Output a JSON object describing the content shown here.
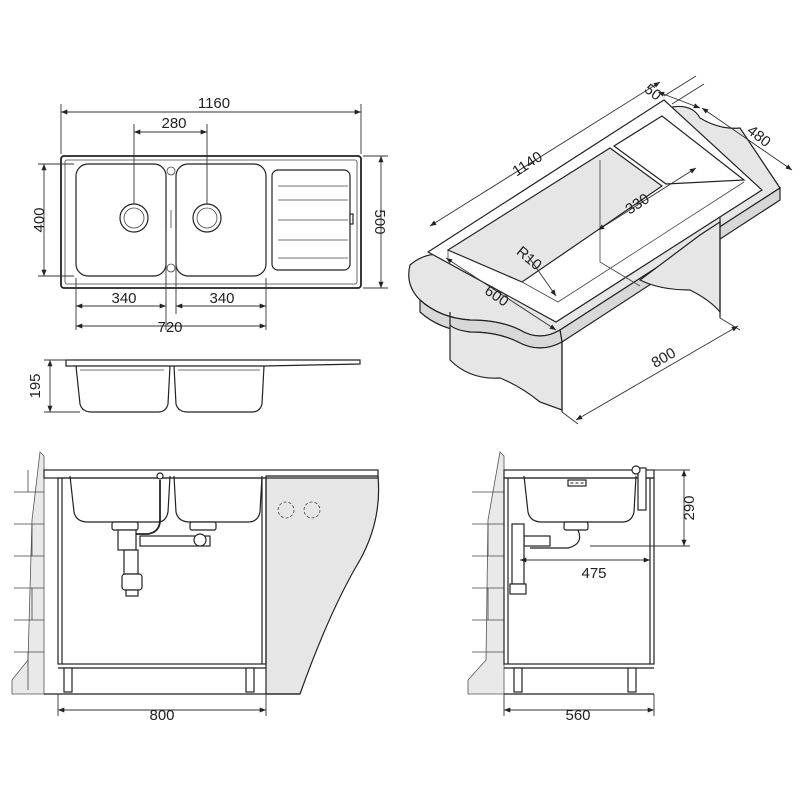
{
  "top_view": {
    "overall_width": "1160",
    "bowl_center_spacing": "280",
    "bowl_depth": "400",
    "overall_depth": "500",
    "left_bowl_width": "340",
    "right_bowl_width": "340",
    "bowls_total_width": "720"
  },
  "side_view": {
    "bowl_height": "195"
  },
  "perspective_view": {
    "flange": "50",
    "countertop_depth": "480",
    "length": "1140",
    "inner_width": "330",
    "corner_radius": "R10",
    "min_cabinet_depth": "600",
    "cabinet_width": "800"
  },
  "front_install": {
    "cabinet_width": "800"
  },
  "side_install": {
    "height": "290",
    "drain_distance": "475",
    "cabinet_depth": "560"
  },
  "colors": {
    "line": "#222222",
    "shade": "#e6e6e6",
    "background": "#ffffff"
  }
}
